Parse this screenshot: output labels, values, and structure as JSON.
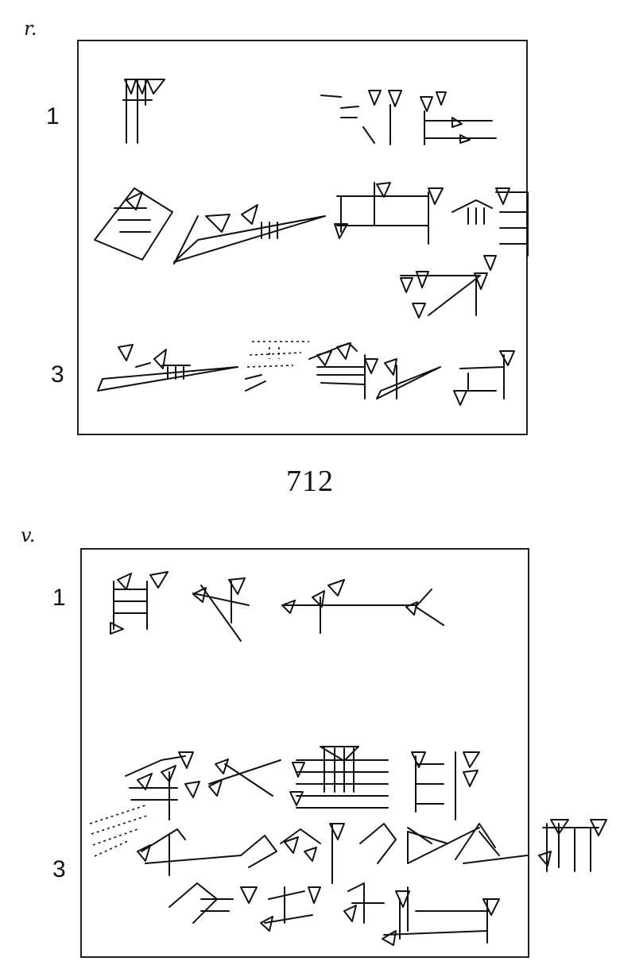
{
  "obverse": {
    "side_label": "r.",
    "line_numbers": [
      "1",
      "3"
    ]
  },
  "catalog_number": "712",
  "reverse": {
    "side_label": "v.",
    "line_numbers": [
      "1",
      "3"
    ]
  }
}
